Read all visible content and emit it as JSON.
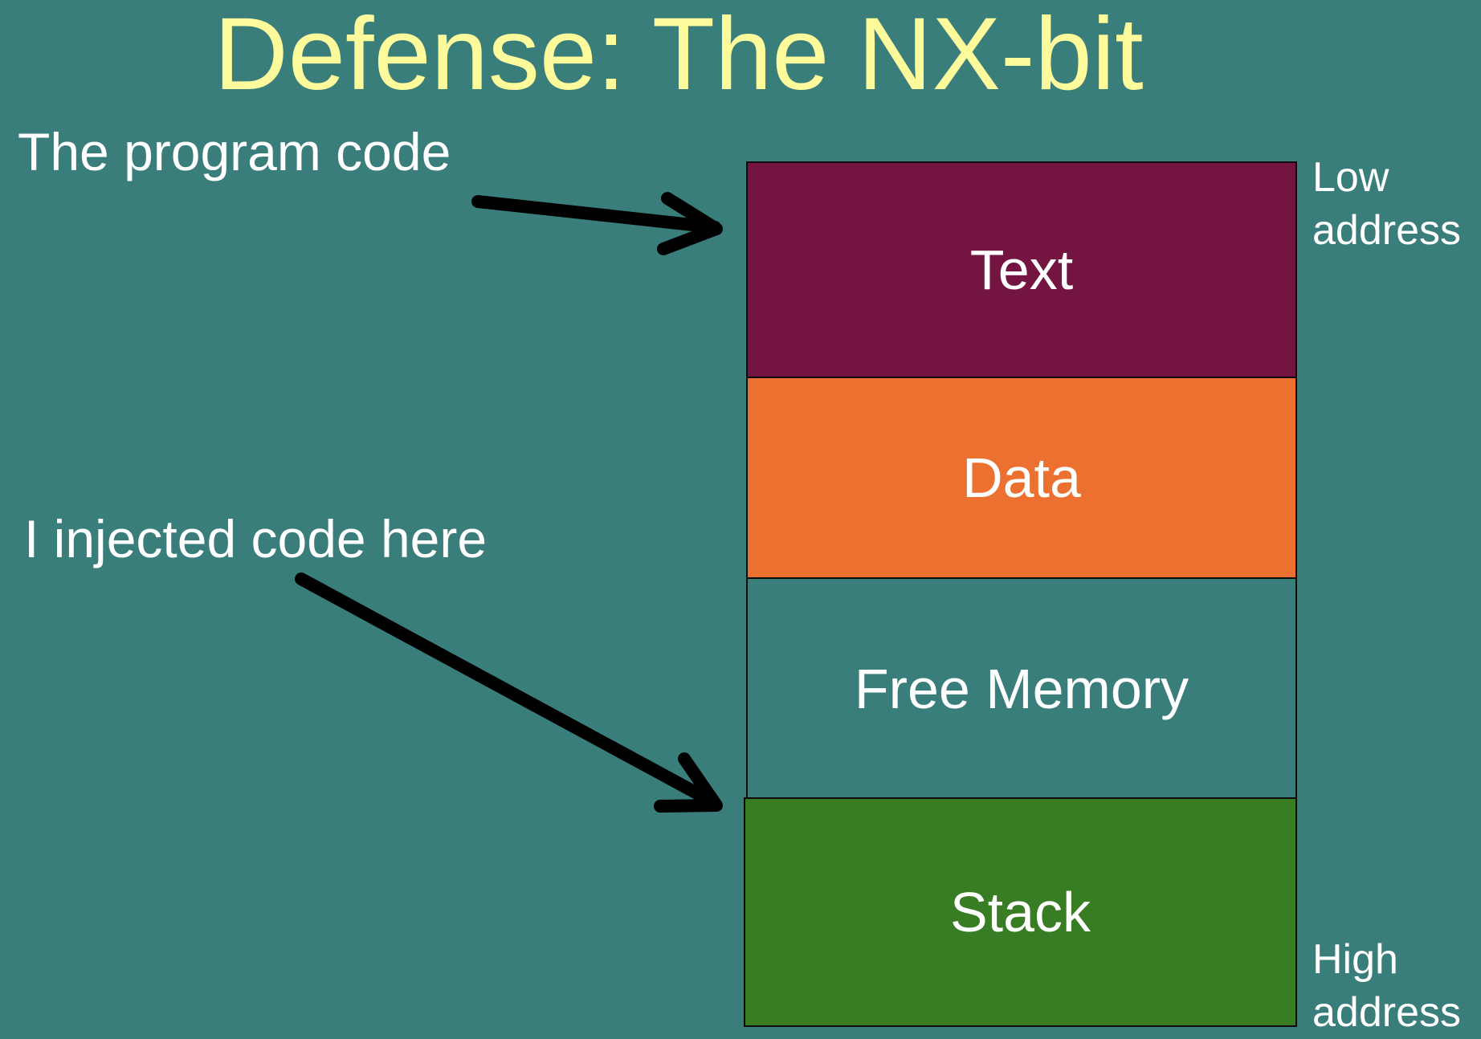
{
  "title": "Defense: The NX-bit",
  "annotations": {
    "program_code": "The program code",
    "injected_code": "I injected code here"
  },
  "address_labels": {
    "low": [
      "Low",
      "address"
    ],
    "high": [
      "High",
      "address"
    ]
  },
  "segments": [
    {
      "label": "Text",
      "color": "#731540"
    },
    {
      "label": "Data",
      "color": "#ec702f"
    },
    {
      "label": "Free Memory",
      "color": "#3a7e7c"
    },
    {
      "label": "Stack",
      "color": "#387c23"
    }
  ],
  "colors": {
    "background": "#3a7e7c",
    "title": "#fdfa9c",
    "text": "#ffffff",
    "arrow": "#000000"
  }
}
